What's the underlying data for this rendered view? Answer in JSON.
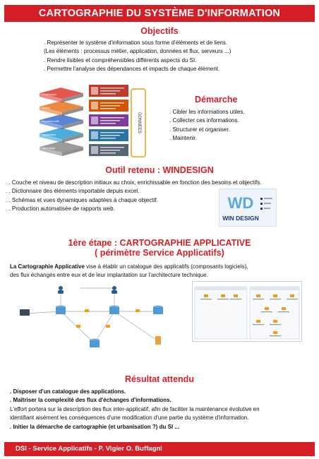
{
  "header": {
    "title": "CARTOGRAPHIE DU SYSTÈME  D'INFORMATION"
  },
  "objectifs": {
    "title": "Objectifs",
    "lines": [
      ". Représenter le système d'information sous forme d'éléments et de liens.",
      "(Les éléments : processus métier, application, données et flux, serveurs ...)",
      ". Rendre lisibles et compréhensibles différents aspects du SI.",
      ". Permettre l'analyse des dépendances et impacts de chaque élément."
    ]
  },
  "stack_figure": {
    "layer_labels": [
      "Stratégique",
      "Métier",
      "Fonctionnelle",
      "Applicative",
      "Technique"
    ],
    "layer_colors": [
      "#e03a2f",
      "#e8741e",
      "#3b6fd1",
      "#2a9fd6",
      "#8a8a8a"
    ],
    "box_colors": [
      "#c0392b",
      "#d35400",
      "#7d3c98",
      "#2874a6",
      "#566573"
    ],
    "donnees_label": "DONNEES"
  },
  "demarche": {
    "title": "Démarche",
    "lines": [
      ". Cibler les informations utiles.",
      ". Collecter ces informations.",
      ". Structurer et organiser.",
      ". Maintenir."
    ]
  },
  "outil": {
    "title": "Outil retenu : WINDESIGN",
    "lines": [
      ". . Couche et niveau de description initiaux au choix, enrichissable en fonction des besoins et objectifs.",
      ". . Dictionnaire des éléments importable depuis excel.",
      ". . Schémas et vues dynamiques adaptées à chaque objectif.",
      ". . Production automatisée de rapports web."
    ],
    "logo": {
      "brand": "WIN DESIGN",
      "mark": "WD"
    }
  },
  "etape1": {
    "title_line1": "1ère étape : CARTOGRAPHIE APPLICATIVE",
    "title_line2": "( périmètre Service Applicatifs)",
    "intro_bold": "La Cartographie Applicative",
    "intro_line1_rest": " vise à établir un catalogue des applicatifs (composants logiciels),",
    "intro_line2": "des flux échangés entre eux et de leur implantation sur l'architecture technique."
  },
  "resultat": {
    "title": "Résultat attendu",
    "bold_lines": [
      ". Disposer d'un catalogue des applications.",
      ". Maîtriser la complexité des flux d'échanges d'informations."
    ],
    "para": [
      "L'effort portera sur la description des flux inter-applicatif, afin de faciliter la maintenance évolutive en",
      "identifiant aisément les conséquences d'une modification d'une partie du système d'information."
    ],
    "last_line": ". Initier la démarche de cartographie (et urbanisation ?) du SI ..."
  },
  "footer": {
    "text": "DSI  -  Service Applicatifs  - P. Vigier O. Buffagni"
  }
}
